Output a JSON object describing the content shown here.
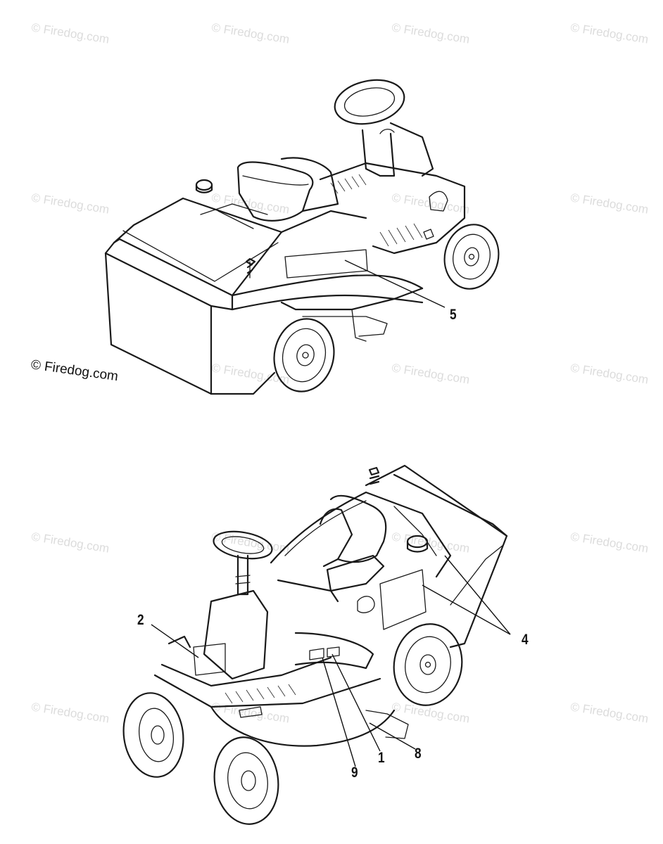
{
  "watermark_text": "© Firedog.com",
  "copyright_text": "© Firedog.com",
  "top_figure": {
    "callouts": [
      {
        "id": "5",
        "label": "5"
      }
    ]
  },
  "bottom_figure": {
    "callouts": [
      {
        "id": "2",
        "label": "2"
      },
      {
        "id": "4",
        "label": "4"
      },
      {
        "id": "1",
        "label": "1"
      },
      {
        "id": "8",
        "label": "8"
      },
      {
        "id": "9",
        "label": "9"
      }
    ]
  },
  "colors": {
    "ink": "#1a1a1a",
    "watermark": "#dcdcdc",
    "background": "#ffffff"
  }
}
